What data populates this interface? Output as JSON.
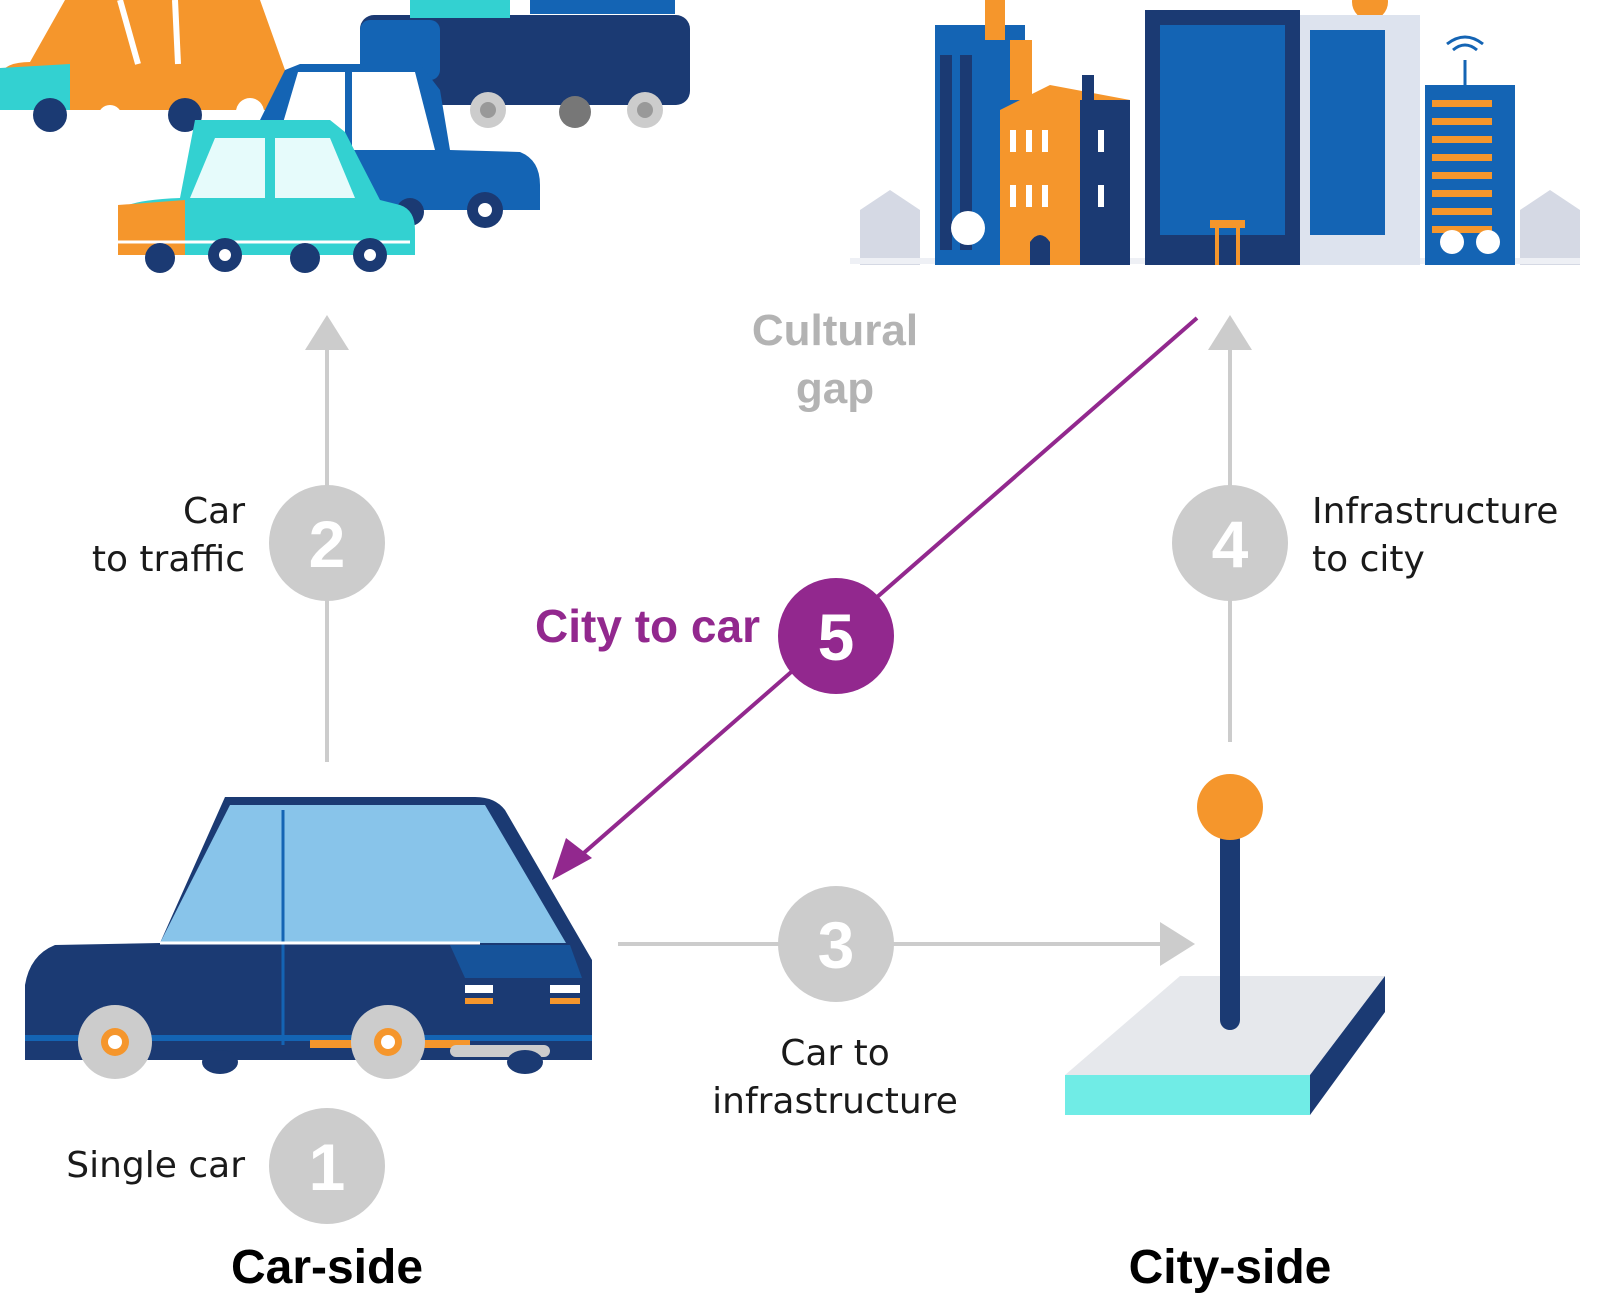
{
  "steps": [
    {
      "number": "1",
      "label": "Single car"
    },
    {
      "number": "2",
      "label_line1": "Car",
      "label_line2": "to traffic"
    },
    {
      "number": "3",
      "label_line1": "Car to",
      "label_line2": "infrastructure"
    },
    {
      "number": "4",
      "label_line1": "Infrastructure",
      "label_line2": "to city"
    },
    {
      "number": "5",
      "label": "City to car"
    }
  ],
  "cultural_gap": {
    "line1": "Cultural",
    "line2": "gap"
  },
  "sides": {
    "car": "Car-side",
    "city": "City-side"
  },
  "colors": {
    "highlight": "#92288e",
    "inactive": "#cccccc",
    "text": "#1a1a1a",
    "navy": "#1b3a73",
    "blue": "#1464b4",
    "light_blue": "#8ecbf0",
    "orange": "#f5962c",
    "teal": "#33d1d1"
  },
  "icons": [
    "traffic-cars-illustration",
    "city-skyline-illustration",
    "car-illustration",
    "traffic-light-infrastructure-illustration"
  ]
}
